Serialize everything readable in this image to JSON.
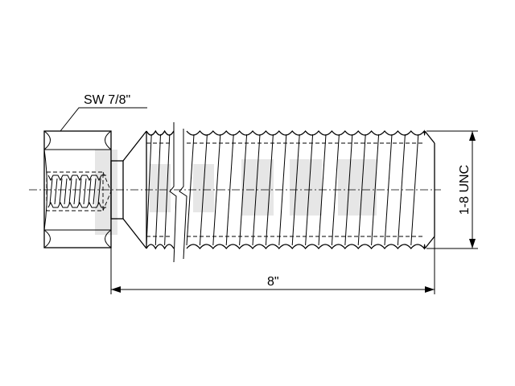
{
  "drawing": {
    "wrench_size_label": "SW 7/8\"",
    "length_label": "8\"",
    "thread_label": "1-8 UNC",
    "colors": {
      "line": "#000000",
      "watermark": "#e6e6e6",
      "background": "#ffffff"
    }
  }
}
